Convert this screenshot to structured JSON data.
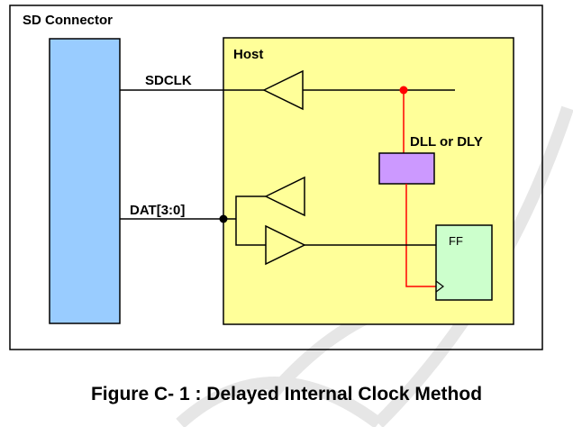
{
  "diagram": {
    "sd_connector_label": "SD Connector",
    "host_label": "Host",
    "sdclk_label": "SDCLK",
    "dat_label": "DAT[3:0]",
    "dll_label": "DLL or DLY",
    "ff_label": "FF"
  },
  "caption": "Figure C- 1 : Delayed Internal Clock Method",
  "colors": {
    "connector_fill": "#99ccff",
    "host_fill": "#ffff99",
    "dll_fill": "#cc99ff",
    "ff_fill": "#ccffcc",
    "clock_path": "#ff0000",
    "watermark": "#e6e6e6"
  }
}
